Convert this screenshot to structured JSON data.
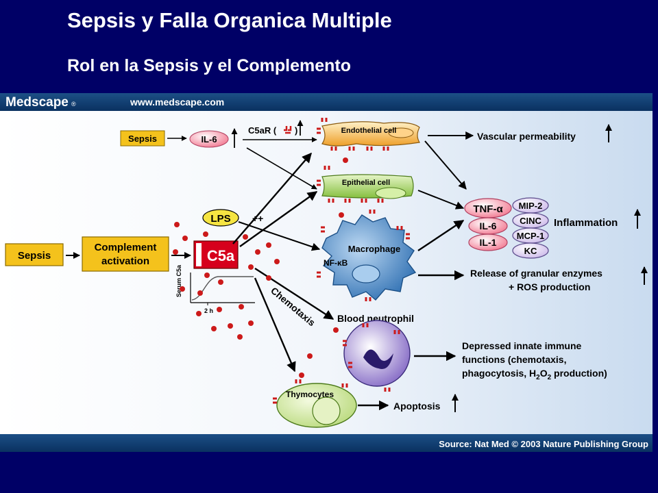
{
  "slide": {
    "title": "Sepsis y Falla Organica Multiple",
    "subtitle": "Rol en la Sepsis y el Complemento"
  },
  "figure": {
    "brand": "Medscape",
    "brand_mark": "®",
    "url": "www.medscape.com",
    "source": "Source: Nat Med © 2003 Nature Publishing Group",
    "nodes": {
      "sepsis_top": "Sepsis",
      "il6_top": "IL-6",
      "c5ar": "C5aR (",
      "c5ar_end": ")",
      "endothelial": "Endothelial cell",
      "epithelial": "Epithelial cell",
      "vascular": "Vascular permeability",
      "lps": "LPS",
      "plusplus": "++",
      "sepsis_main": "Sepsis",
      "complement_1": "Complement",
      "complement_2": "activation",
      "c5a": "C5a",
      "serum_c5a": "Serum C5a",
      "two_h": "2 h",
      "macrophage": "Macrophage",
      "nfkb": "NF-κB",
      "tnf": "TNF-α",
      "il6": "IL-6",
      "il1": "IL-1",
      "mip2": "MIP-2",
      "cinc": "CINC",
      "mcp1": "MCP-1",
      "kc": "KC",
      "inflammation": "Inflammation",
      "granular_1": "Release of granular enzymes",
      "granular_2": "+ ROS production",
      "chemotaxis": "Chemotaxis",
      "neutrophil": "Blood neutrophil",
      "depressed_1": "Depressed innate immune",
      "depressed_2": "functions (chemotaxis,",
      "depressed_3": "phagocytosis, H",
      "depressed_sub1": "2",
      "depressed_o": "O",
      "depressed_sub2": "2",
      "depressed_end": " production)",
      "thymocytes": "Thymocytes",
      "apoptosis": "Apoptosis"
    },
    "colors": {
      "slide_bg": "#000066",
      "header_bar": "#0b3a6e",
      "panel_bg": "#e6eef8",
      "yellow_box": "#f4c21c",
      "c5a_red": "#d6001c",
      "receptor_red": "#cc1a1a",
      "tnf_pink": "#f07b93",
      "chemokine_lavender": "#d8c8ee",
      "macrophage_blue": "#3b82c4",
      "neutrophil_purple": "#8a6fc8",
      "epithelial_green": "#9ccf5a",
      "endothelial_orange": "#f0b040",
      "thymocyte_green": "#cfe6a0"
    }
  }
}
